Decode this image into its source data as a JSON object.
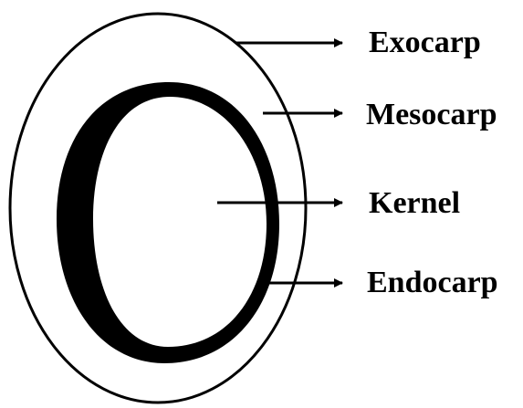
{
  "diagram": {
    "labels": {
      "exocarp": "Exocarp",
      "mesocarp": "Mesocarp",
      "kernel": "Kernel",
      "endocarp": "Endocarp"
    },
    "colors": {
      "stroke": "#000000",
      "background": "#ffffff"
    }
  }
}
